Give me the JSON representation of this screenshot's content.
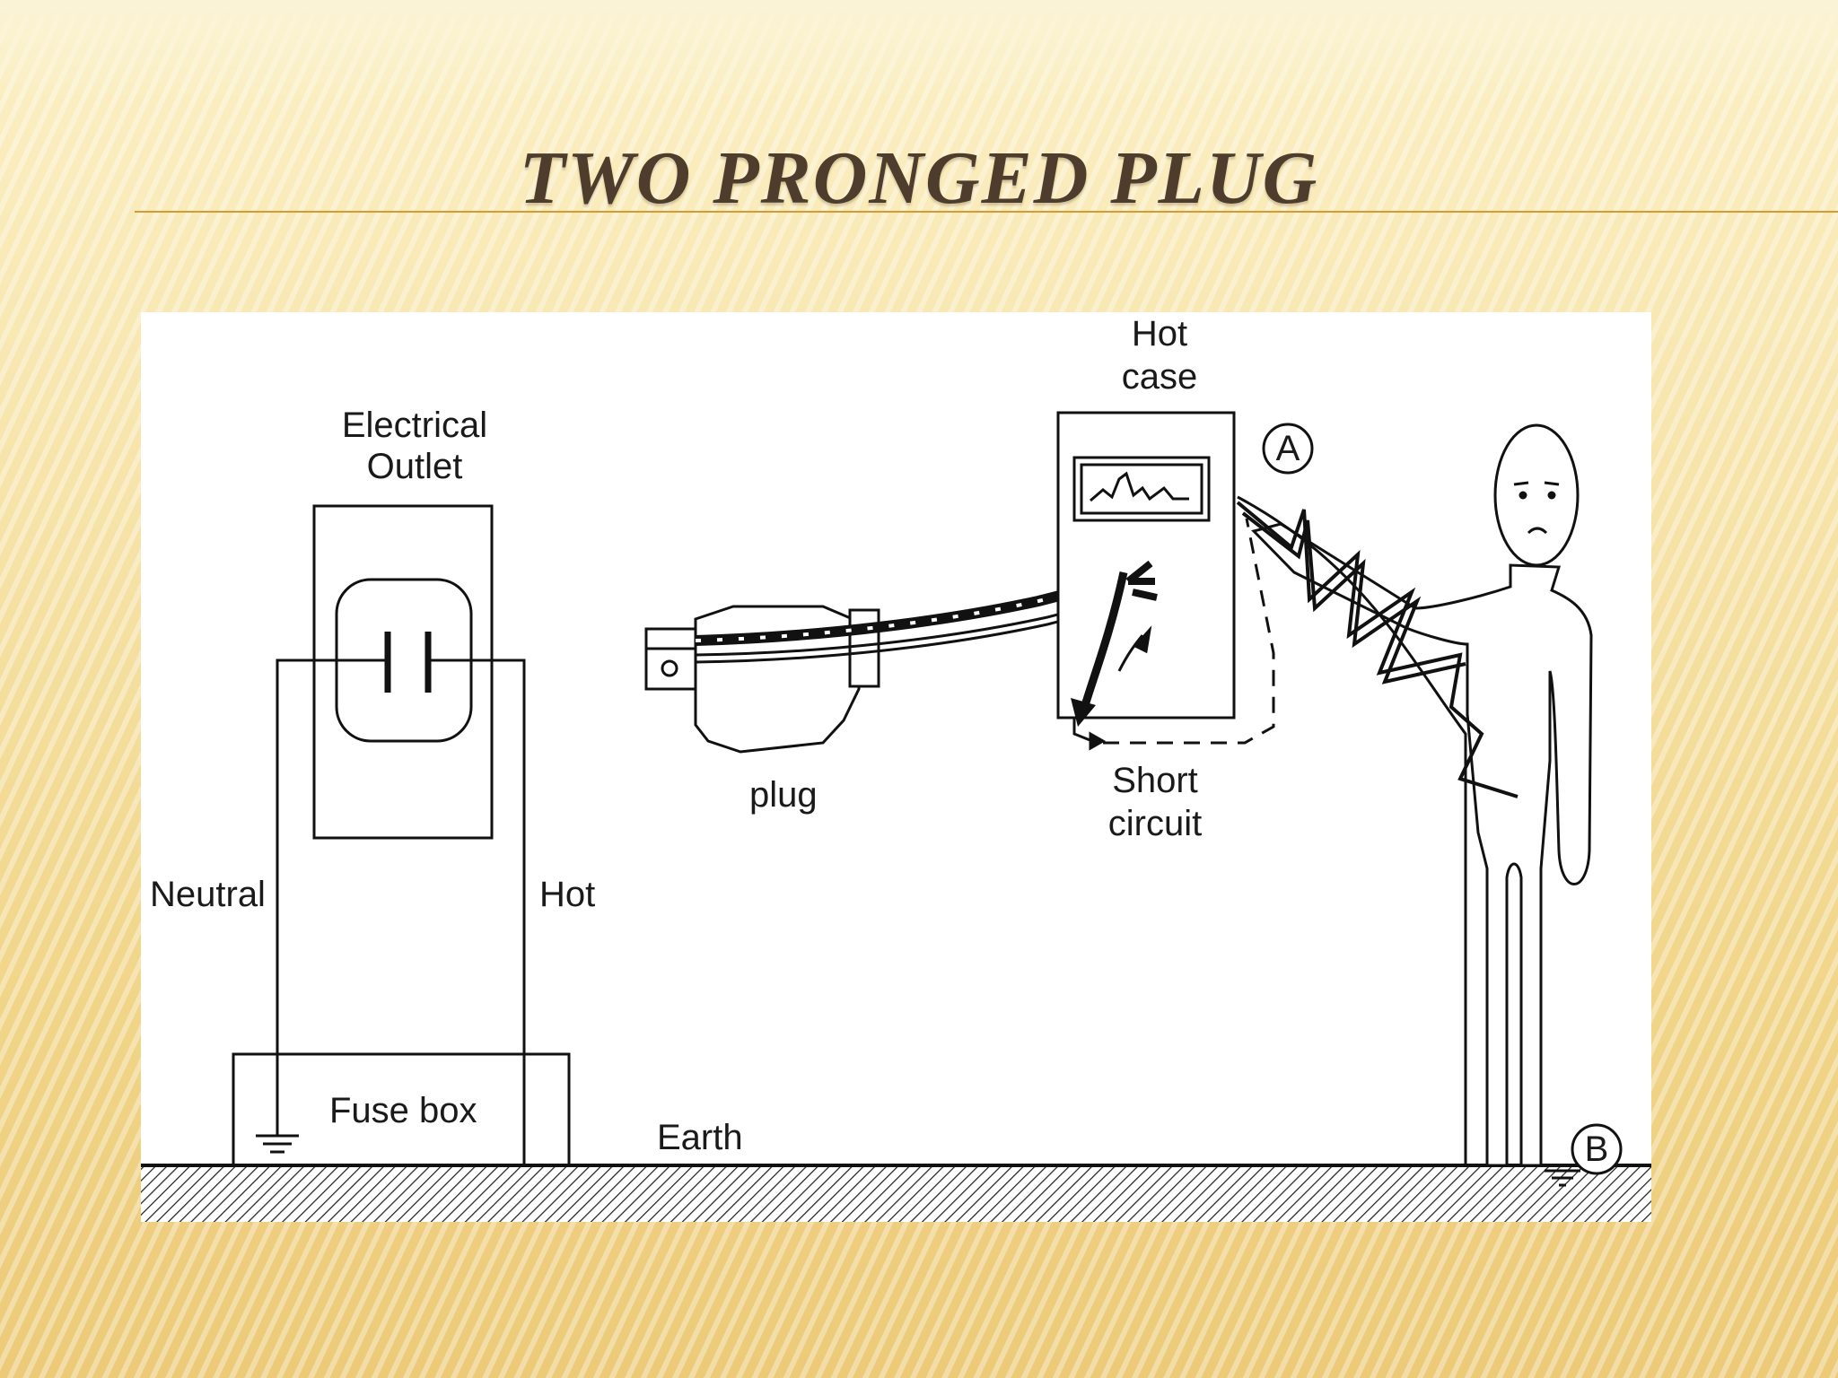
{
  "slide": {
    "title": "TWO PRONGED PLUG"
  },
  "diagram": {
    "outlet_label_line1": "Electrical",
    "outlet_label_line2": "Outlet",
    "neutral_label": "Neutral",
    "hot_label": "Hot",
    "fuse_box_label": "Fuse box",
    "earth_label": "Earth",
    "plug_label": "plug",
    "hot_case_line1": "Hot",
    "hot_case_line2": "case",
    "short_circuit_line1": "Short",
    "short_circuit_line2": "circuit",
    "point_a": "A",
    "point_b": "B"
  }
}
